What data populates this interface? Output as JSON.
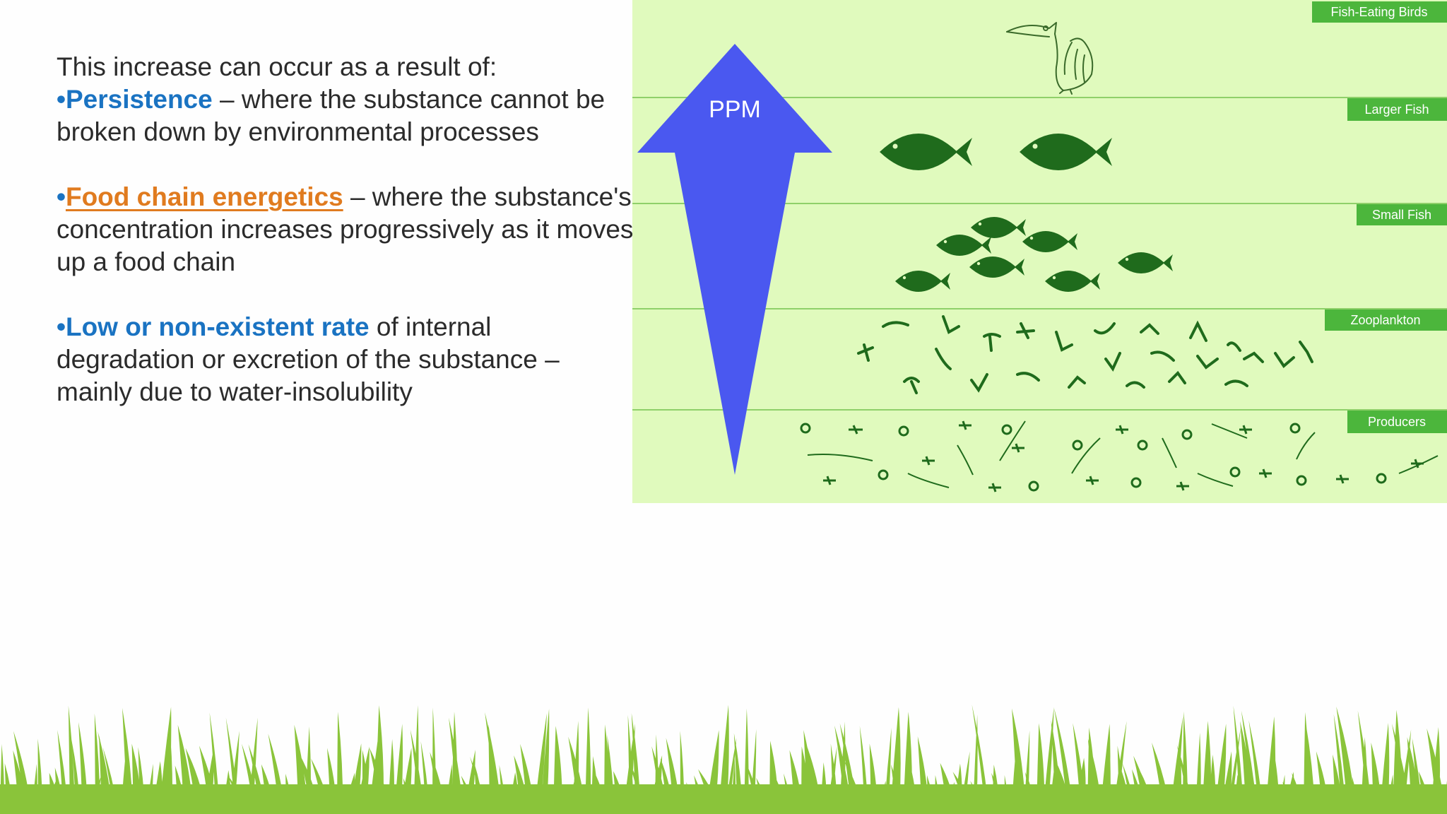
{
  "text": {
    "intro": "This increase can occur as a result of:",
    "bullet_mark": "•",
    "item1": {
      "highlight": "Persistence",
      "rest": " – where the substance cannot be broken down by environmental processes"
    },
    "item2": {
      "highlight": "Food chain energetics",
      "rest": " – where the substance's concentration increases progressively as it moves up a food chain"
    },
    "item3": {
      "highlight": "Low or non-existent rate",
      "rest": " of internal degradation or excretion of the substance – mainly due to water-insolubility"
    }
  },
  "diagram": {
    "arrow_label": "PPM",
    "tiers": [
      "Fish-Eating Birds",
      "Larger Fish",
      "Small Fish",
      "Zooplankton",
      "Producers"
    ],
    "colors": {
      "panel": "#e0fabd",
      "line": "#8fd06a",
      "label_bg": "#4cb63c",
      "organism": "#1f6b1c",
      "arrow": "#4a58f0",
      "grass": "#8ac43a"
    }
  }
}
